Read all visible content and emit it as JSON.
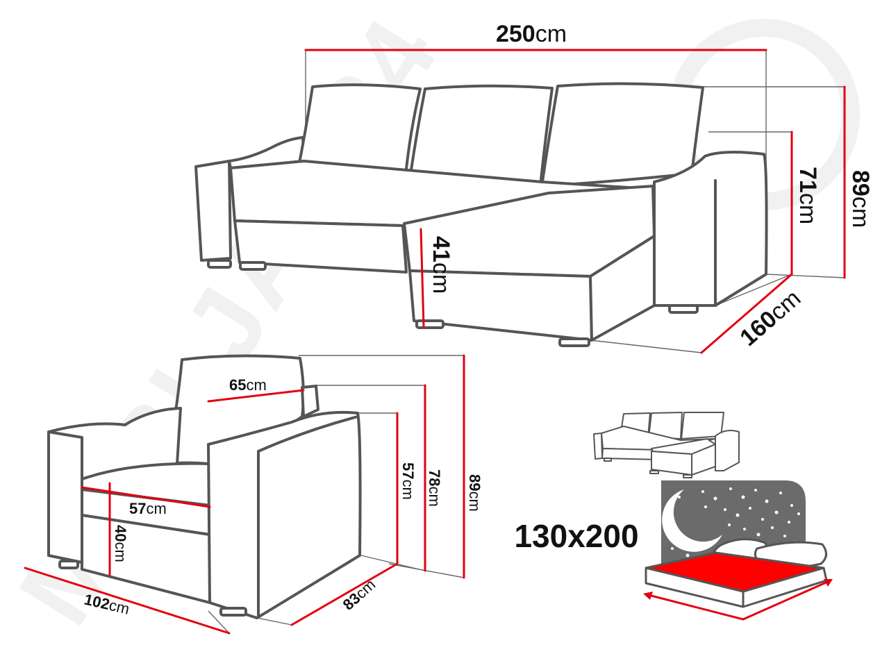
{
  "watermark": {
    "text": "MEBLJAN 24",
    "color": "#f1f1f1"
  },
  "colors": {
    "dimension_line": "#e3000f",
    "outline": "#555555",
    "bed_panel": "#6b6b6b",
    "mattress": "#ff0000"
  },
  "corner_sofa": {
    "width": {
      "value": "250",
      "unit": "cm"
    },
    "seat_height": {
      "value": "41",
      "unit": "cm"
    },
    "back_height": {
      "value": "71",
      "unit": "cm"
    },
    "total_height": {
      "value": "89",
      "unit": "cm"
    },
    "depth": {
      "value": "160",
      "unit": "cm"
    }
  },
  "armchair": {
    "back_width": {
      "value": "65",
      "unit": "cm"
    },
    "seat_width": {
      "value": "57",
      "unit": "cm"
    },
    "seat_height": {
      "value": "40",
      "unit": "cm"
    },
    "arm_height": {
      "value": "57",
      "unit": "cm"
    },
    "back_height": {
      "value": "78",
      "unit": "cm"
    },
    "total_height": {
      "value": "89",
      "unit": "cm"
    },
    "width": {
      "value": "102",
      "unit": "cm"
    },
    "depth": {
      "value": "83",
      "unit": "cm"
    }
  },
  "sleeping_area": {
    "label": "130x200",
    "icons": [
      "moon-icon",
      "stars-icon",
      "pillow-icon"
    ]
  }
}
